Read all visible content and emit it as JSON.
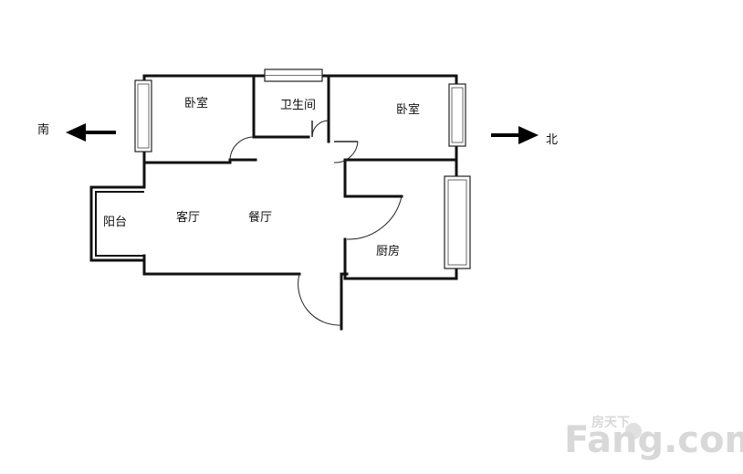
{
  "rooms": {
    "bedroom_south": "卧室",
    "bathroom": "卫生间",
    "bedroom_north": "卧室",
    "balcony": "阳台",
    "living_room": "客厅",
    "dining_room": "餐厅",
    "kitchen": "厨房"
  },
  "directions": {
    "south": "南",
    "north": "北"
  },
  "watermark": {
    "brand": "Fang.com",
    "cn": "房天下"
  }
}
